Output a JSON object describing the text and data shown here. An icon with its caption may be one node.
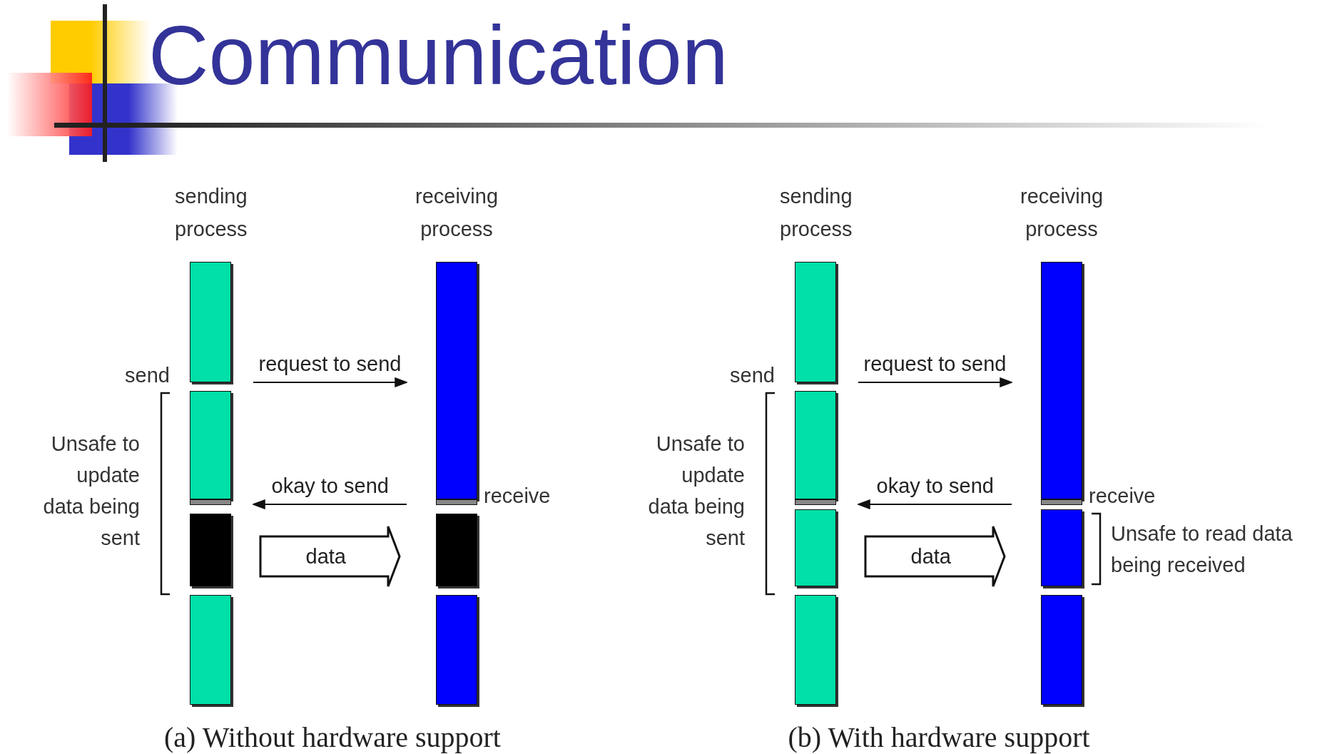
{
  "diagram": {
    "title": "Communication",
    "nodes": [
      {
        "text": [
          "sending process"
        ]
      },
      {
        "text": [
          "receiving process"
        ]
      },
      {
        "text": [
          "sending process"
        ]
      },
      {
        "text": [
          "receiving process"
        ]
      }
    ],
    "edges": [
      {
        "from": 0,
        "to": 1,
        "arrow": "to",
        "label": "request to send"
      },
      {
        "from": 1,
        "to": 0,
        "arrow": "to",
        "label": "okay to send"
      },
      {
        "from": 0,
        "to": 1,
        "arrow": "to",
        "label": "data",
        "style": "thick"
      },
      {
        "from": 2,
        "to": 3,
        "arrow": "to",
        "label": "request to send"
      },
      {
        "from": 3,
        "to": 2,
        "arrow": "to",
        "label": "okay to send"
      },
      {
        "from": 2,
        "to": 3,
        "arrow": "to",
        "label": "data",
        "style": "thick"
      }
    ],
    "labels": [
      "send",
      "Unsafe to update data being sent",
      "receive",
      "(a) Without hardware support",
      "send",
      "Unsafe to update data being sent",
      "receive",
      "Unsafe to read data being received",
      "(b) With hardware support"
    ]
  }
}
